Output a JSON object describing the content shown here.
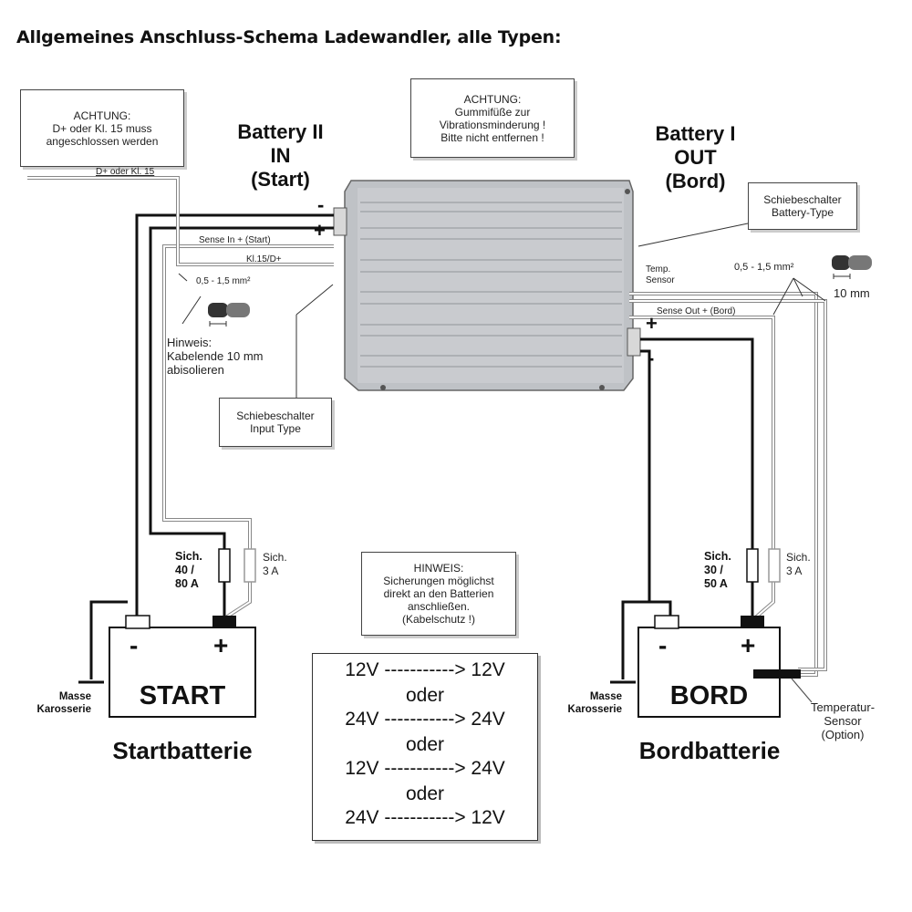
{
  "title": "Allgemeines Anschluss-Schema Ladewandler, alle Typen:",
  "notes": {
    "dplus": [
      "ACHTUNG:",
      "D+ oder Kl. 15 muss",
      "angeschlossen werden"
    ],
    "rubber": [
      "ACHTUNG:",
      "Gummifüße zur",
      "Vibrationsminderung !",
      "Bitte nicht entfernen !"
    ],
    "slide_battery": [
      "Schiebeschalter",
      "Battery-Type"
    ],
    "slide_input": [
      "Schiebeschalter",
      "Input Type"
    ],
    "fuses": [
      "HINWEIS:",
      "Sicherungen möglichst",
      "direkt an den Batterien",
      "anschließen.",
      "(Kabelschutz !)"
    ]
  },
  "battery2_header": [
    "Battery II",
    "IN",
    "(Start)"
  ],
  "battery1_header": [
    "Battery I",
    "OUT",
    "(Bord)"
  ],
  "wires": {
    "dplus_label": "D+ oder Kl. 15",
    "sense_in": "Sense In + (Start)",
    "kl15": "Kl.15/D+",
    "cross_left": "0,5 - 1,5 mm²",
    "temp_sensor": [
      "Temp.",
      "Sensor"
    ],
    "cross_right": "0,5 - 1,5 mm²",
    "sense_out": "Sense Out + (Bord)",
    "mm_right": "10 mm"
  },
  "hint": [
    "Hinweis:",
    "Kabelende 10 mm",
    "abisolieren"
  ],
  "signs": {
    "minus": "-",
    "plus": "+"
  },
  "fuses": {
    "start_main": [
      "Sich.",
      "40 /",
      "80 A"
    ],
    "start_small": [
      "Sich.",
      "3 A"
    ],
    "bord_main": [
      "Sich.",
      "30 /",
      "50 A"
    ],
    "bord_small": [
      "Sich.",
      "3 A"
    ]
  },
  "batteries": {
    "start": {
      "name": "START",
      "caption": "Startbatterie"
    },
    "bord": {
      "name": "BORD",
      "caption": "Bordbatterie"
    }
  },
  "masse": [
    "Masse",
    "Karosserie"
  ],
  "temp_sensor_label": [
    "Temperatur-",
    "Sensor",
    "(Option)"
  ],
  "voltages": [
    "12V -----------> 12V",
    "oder",
    "24V -----------> 24V",
    "oder",
    "12V -----------> 24V",
    "oder",
    "24V -----------> 12V"
  ]
}
